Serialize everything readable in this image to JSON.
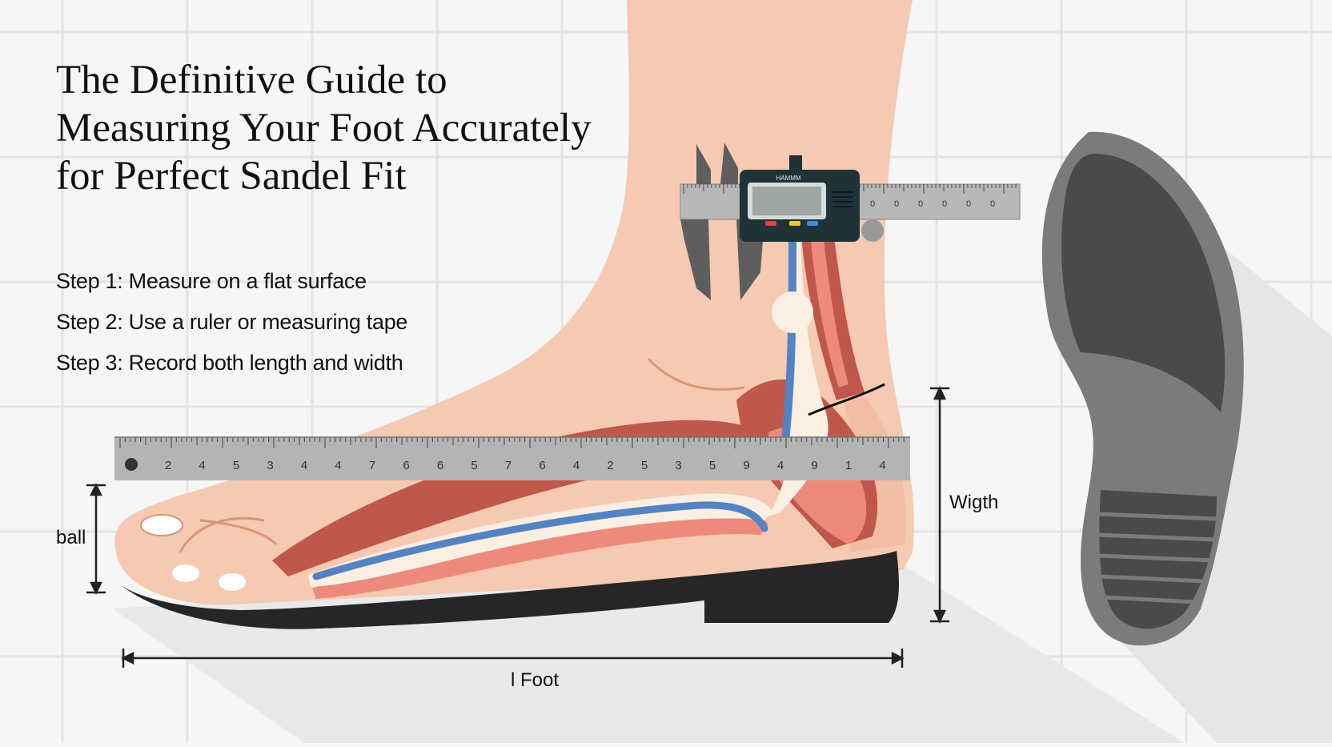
{
  "title_lines": [
    "The Definitive Guide to",
    "Measuring Your Foot Accurately",
    "for Perfect Sandel Fit"
  ],
  "steps": [
    "Step 1: Measure on a flat surface",
    "Step 2: Use a ruler or measuring tape",
    "Step 3: Record both length and width"
  ],
  "labels": {
    "ball": "ball",
    "width": "Wigth",
    "foot": "l Foot"
  },
  "caliper": {
    "brand": "HAMMM",
    "scale_numbers": [
      "0",
      "0",
      "0",
      "0",
      "0",
      "0"
    ]
  },
  "ruler_numbers": [
    "2",
    "4",
    "5",
    "3",
    "4",
    "4",
    "7",
    "6",
    "6",
    "5",
    "7",
    "6",
    "4",
    "2",
    "5",
    "3",
    "5",
    "9",
    "4",
    "9",
    "1",
    "4"
  ],
  "colors": {
    "skin": "#f6c9b2",
    "skin_dark": "#efb79d",
    "muscle": "#c0574b",
    "muscle_light": "#ee8a7c",
    "nerve_blue": "#5383c2",
    "tendon": "#fbeee2",
    "sole": "#262626",
    "ruler": "#b4b4b4",
    "caliper_body": "#1f3337",
    "lcd": "#9da8a3",
    "shoe_outer": "#7b7b7b",
    "shoe_inner": "#4a4a4a",
    "grid": "#e4e4e4",
    "text": "#111111"
  }
}
